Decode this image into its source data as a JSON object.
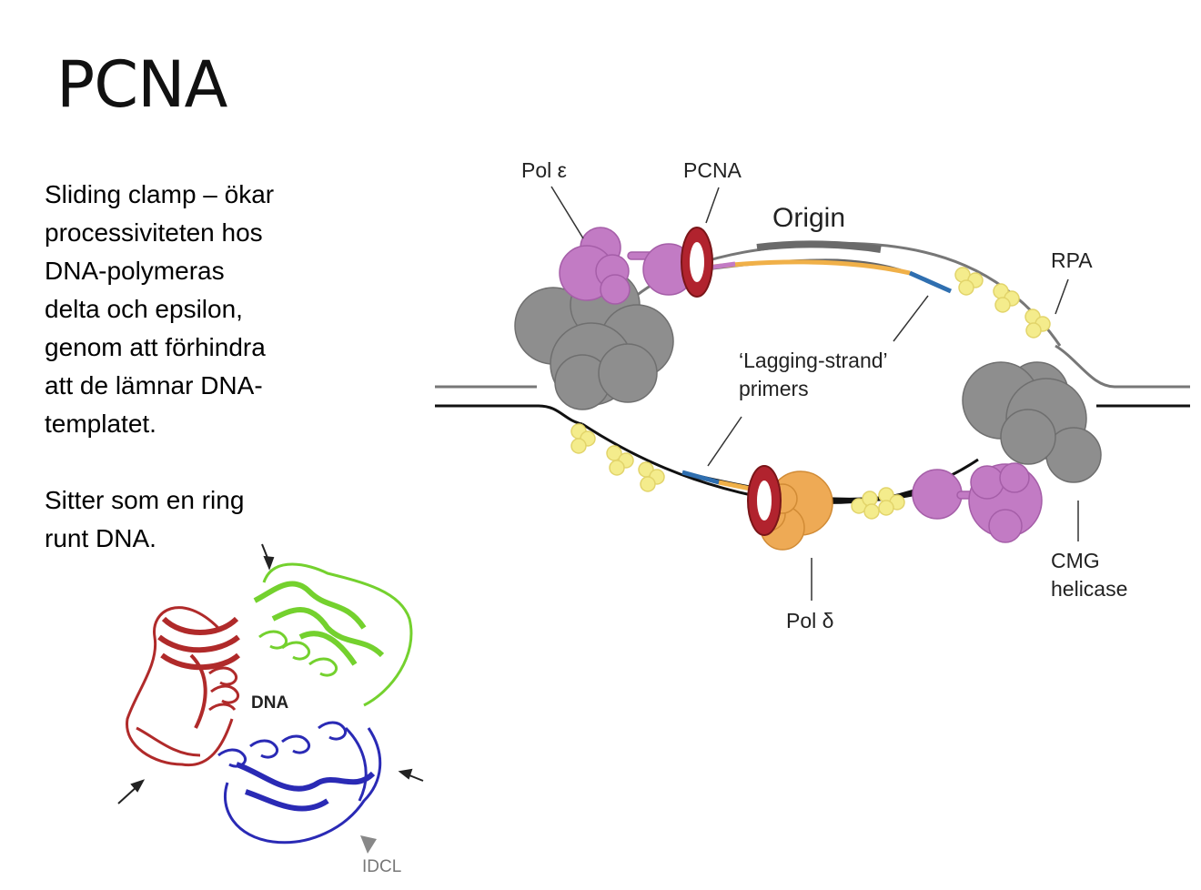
{
  "slide": {
    "title": "PCNA",
    "paragraph1": [
      "Sliding clamp – ökar",
      "processiviteten hos",
      "DNA-polymeras",
      "delta och epsilon,",
      "genom att förhindra",
      "att de lämnar DNA-",
      "templatet."
    ],
    "paragraph2": [
      "Sitter som en ring",
      "runt DNA."
    ]
  },
  "diagram": {
    "labels": {
      "pol_epsilon": "Pol ε",
      "pcna": "PCNA",
      "origin": "Origin",
      "rpa": "RPA",
      "lagging_line1": "‘Lagging-strand’",
      "lagging_line2": "primers",
      "pol_delta": "Pol δ",
      "cmg_line1": "CMG",
      "cmg_line2": "helicase"
    },
    "colors": {
      "pol_epsilon": "#c27bc4",
      "pcna_ring": "#b1232e",
      "helicase": "#8e8e8e",
      "pol_delta": "#eeaa55",
      "rpa": "#f4ec8c",
      "leading_rna": "#f0b048",
      "primer": "#2f6fb0",
      "origin_bar": "#6a6a6a"
    }
  },
  "structure": {
    "dna_label": "DNA",
    "idcl_label": "IDCL",
    "colors": {
      "subunit1": "#b02a2a",
      "subunit2": "#74d12e",
      "subunit3": "#2a2ab5"
    }
  }
}
